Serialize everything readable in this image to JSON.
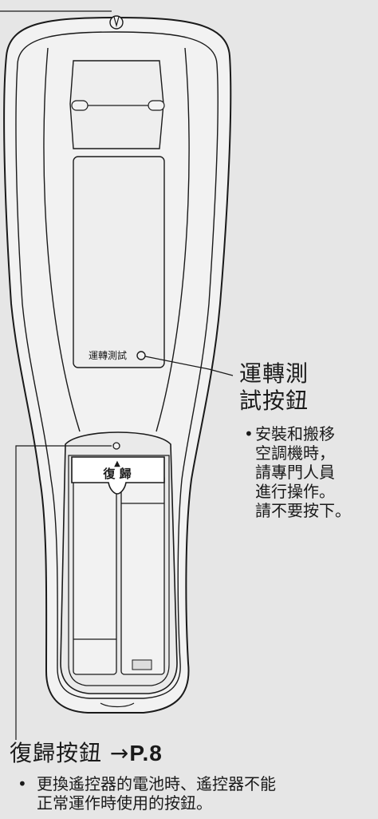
{
  "remote": {
    "test_run_label": "運轉測試",
    "reset_up_arrow": "▲",
    "reset_cover_label": "復 歸"
  },
  "test_run_callout": {
    "title_line1": "運轉測",
    "title_line2": "試按鈕",
    "note_bullet": "•",
    "note_lines": [
      "安裝和搬移",
      "空調機時，",
      "請專門人員",
      "進行操作。",
      "請不要按下。"
    ]
  },
  "reset_callout": {
    "title": "復歸按鈕",
    "arrow": "→",
    "page_ref": "P.8",
    "note_bullet": "•",
    "note_lines": [
      "更換遙控器的電池時、遙控器不能",
      "正常運作時使用的按鈕。"
    ]
  },
  "colors": {
    "background": "#e6e6e6",
    "body_fill": "#f2f2f2",
    "outline": "#1a1a1a"
  }
}
